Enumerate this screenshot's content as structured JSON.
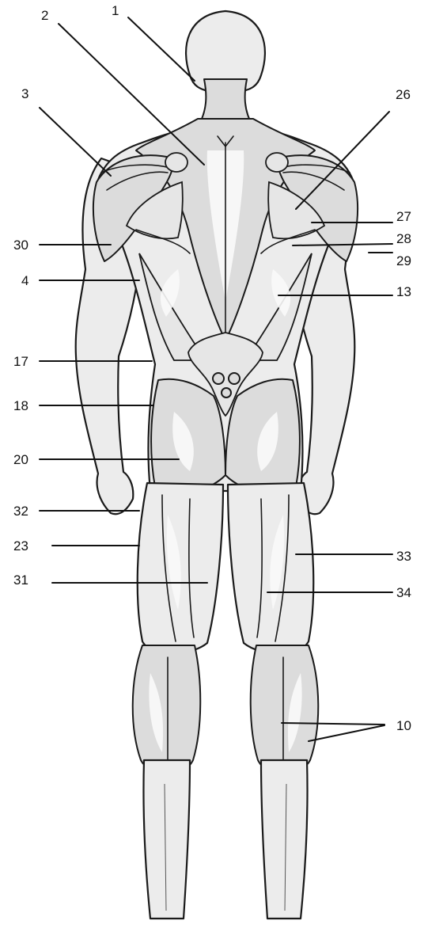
{
  "labels": {
    "l1": "1",
    "l2": "2",
    "l3": "3",
    "l26": "26",
    "l27": "27",
    "l28": "28",
    "l29": "29",
    "l30": "30",
    "l4": "4",
    "l13": "13",
    "l17": "17",
    "l18": "18",
    "l20": "20",
    "l32": "32",
    "l23": "23",
    "l33": "33",
    "l31": "31",
    "l34": "34",
    "l10": "10"
  }
}
